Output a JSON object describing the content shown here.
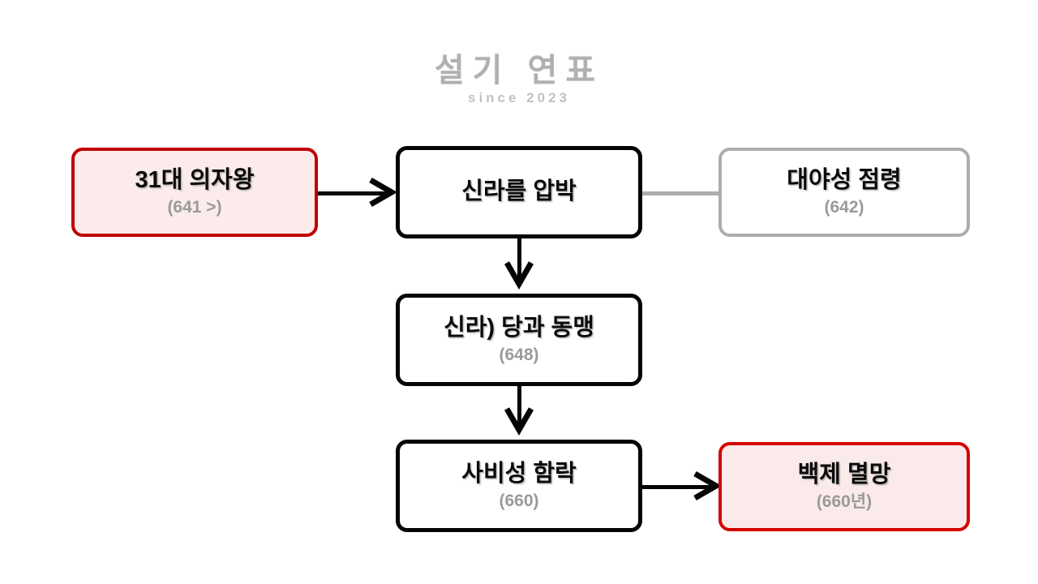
{
  "watermark": {
    "main": "설기 연표",
    "sub": "since 2023"
  },
  "diagram": {
    "background": "#ffffff",
    "colors": {
      "black": "#050505",
      "gray": "#adadad",
      "red_dark": "#bf0000",
      "red_bright": "#d40000",
      "red_fill": "#fbeaea",
      "subtitle_gray": "#9a9a9a"
    },
    "nodes": [
      {
        "id": "uijawang",
        "title": "31대 의자왕",
        "subtitle": "(641 >)",
        "style": "red-dark"
      },
      {
        "id": "silla-pressure",
        "title": "신라를 압박",
        "subtitle": "",
        "style": "black"
      },
      {
        "id": "daeyaseong",
        "title": "대야성 점령",
        "subtitle": "(642)",
        "style": "gray"
      },
      {
        "id": "silla-tang-alliance",
        "title": "신라) 당과 동맹",
        "subtitle": "(648)",
        "style": "black"
      },
      {
        "id": "sabiseong-fall",
        "title": "사비성 함락",
        "subtitle": "(660)",
        "style": "black"
      },
      {
        "id": "baekje-fall",
        "title": "백제 멸망",
        "subtitle": "(660년)",
        "style": "red-bright"
      }
    ],
    "connectors": [
      {
        "id": "uijawang-to-silla-pressure",
        "kind": "arrow-right",
        "color": "#050505"
      },
      {
        "id": "silla-pressure-to-daeyaseong",
        "kind": "plain-line",
        "color": "#adadad"
      },
      {
        "id": "silla-pressure-to-alliance",
        "kind": "arrow-down",
        "color": "#050505"
      },
      {
        "id": "alliance-to-sabiseong",
        "kind": "arrow-down",
        "color": "#050505"
      },
      {
        "id": "sabiseong-to-baekje-fall",
        "kind": "arrow-right",
        "color": "#050505"
      }
    ]
  }
}
